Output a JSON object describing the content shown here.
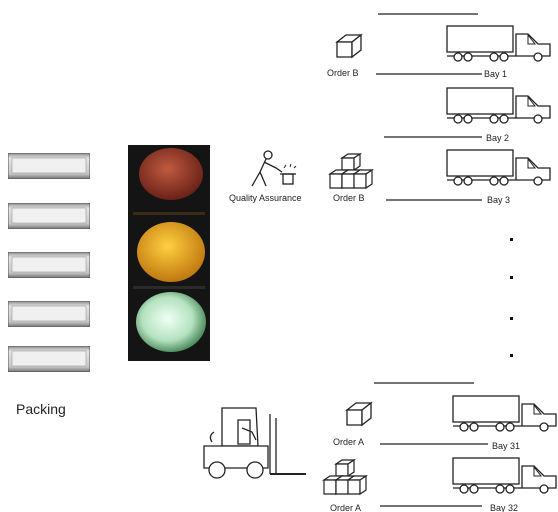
{
  "labels": {
    "packing": "Packing",
    "quality_assurance": "Quality Assurance",
    "order_b_top": "Order B",
    "order_b_qa": "Order B",
    "order_a_top": "Order A",
    "order_a_bottom": "Order A"
  },
  "bays": [
    "Bay 1",
    "Bay 2",
    "Bay 3",
    "Bay 31",
    "Bay 32"
  ],
  "traffic_light": {
    "lamps": [
      "red",
      "amber",
      "green"
    ],
    "lit": "green"
  },
  "colors": {
    "red": "#a2402e",
    "amber": "#f0a820",
    "green": "#bfe8c8",
    "housing": "#141414"
  }
}
